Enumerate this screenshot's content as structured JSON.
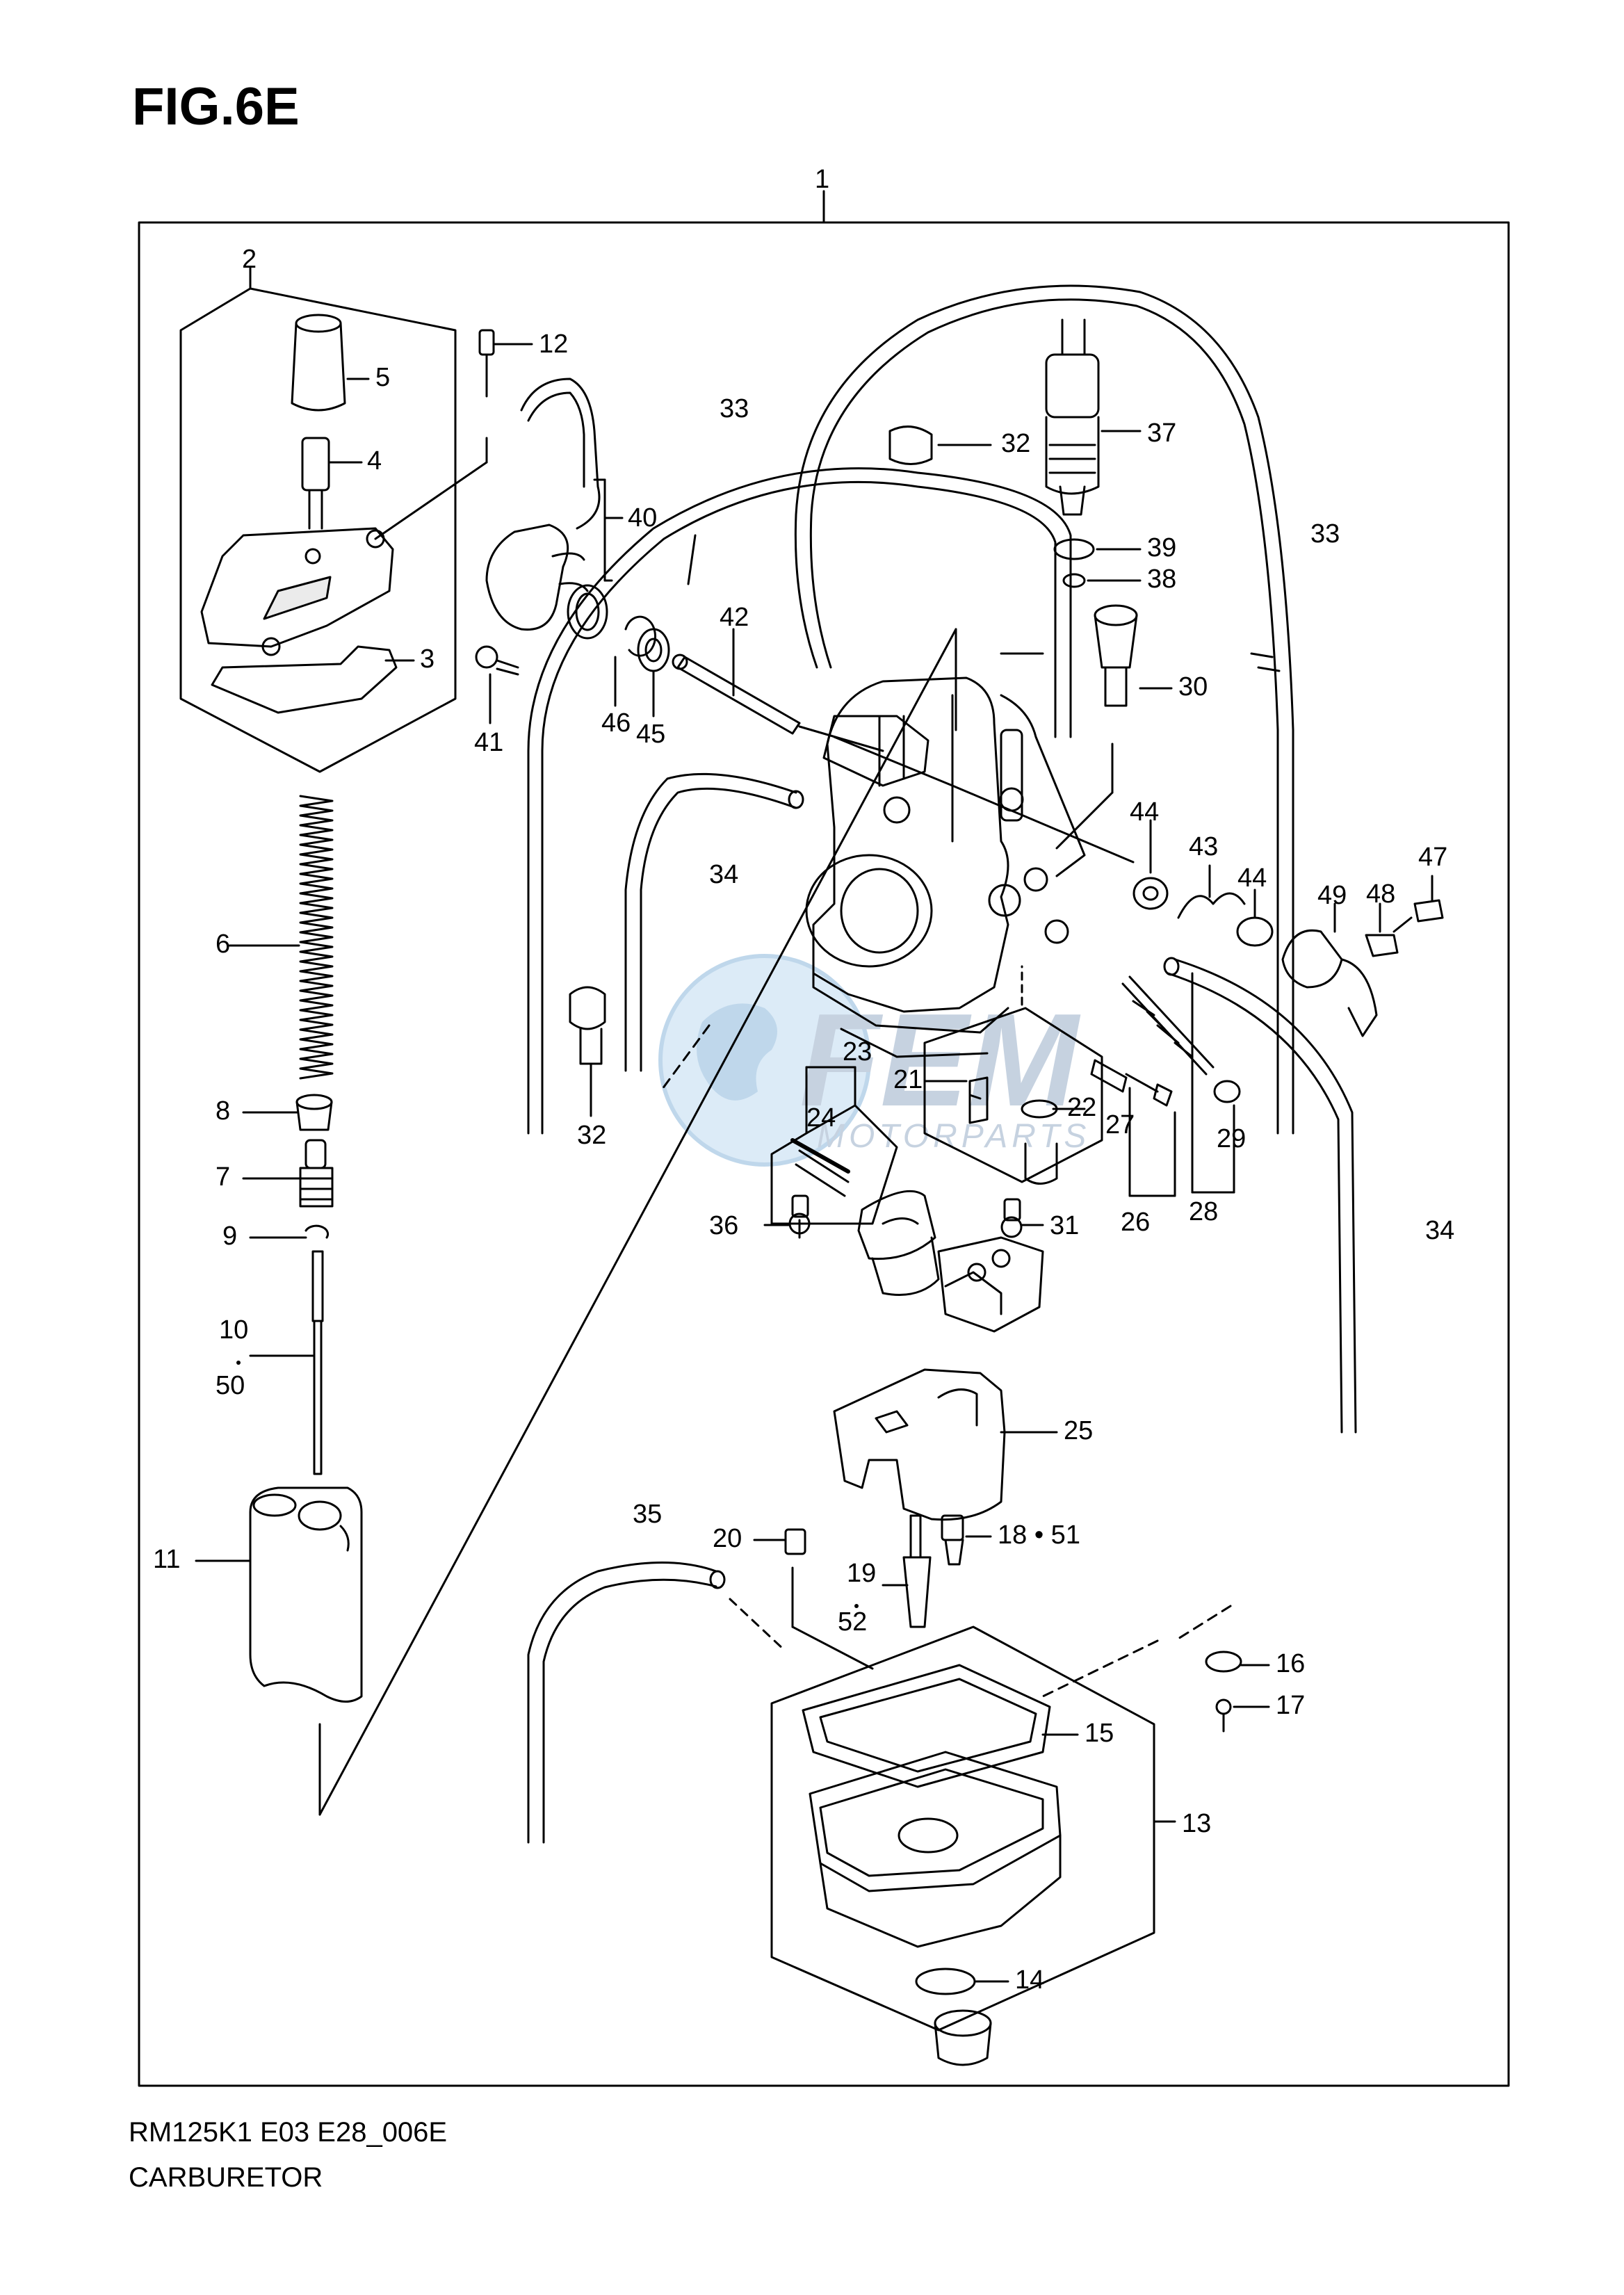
{
  "figure": {
    "title": "FIG.6E",
    "model_code": "RM125K1 E03 E28_006E",
    "caption": "CARBURETOR"
  },
  "watermark": {
    "brand": "FEM",
    "sub": "MOTORPARTS",
    "colors": {
      "globe": "#4a90c8",
      "text": "#5d7fa8"
    }
  },
  "part_labels": [
    {
      "id": "1",
      "text": "1"
    },
    {
      "id": "2",
      "text": "2"
    },
    {
      "id": "3",
      "text": "3"
    },
    {
      "id": "4",
      "text": "4"
    },
    {
      "id": "5",
      "text": "5"
    },
    {
      "id": "6",
      "text": "6"
    },
    {
      "id": "7",
      "text": "7"
    },
    {
      "id": "8",
      "text": "8"
    },
    {
      "id": "9",
      "text": "9"
    },
    {
      "id": "10",
      "text": "10"
    },
    {
      "id": "50",
      "text": "50"
    },
    {
      "id": "11",
      "text": "11"
    },
    {
      "id": "12",
      "text": "12"
    },
    {
      "id": "13",
      "text": "13"
    },
    {
      "id": "14",
      "text": "14"
    },
    {
      "id": "15",
      "text": "15"
    },
    {
      "id": "16",
      "text": "16"
    },
    {
      "id": "17",
      "text": "17"
    },
    {
      "id": "18",
      "text": "18 • 51"
    },
    {
      "id": "19",
      "text": "19"
    },
    {
      "id": "52",
      "text": "52"
    },
    {
      "id": "20",
      "text": "20"
    },
    {
      "id": "21",
      "text": "21"
    },
    {
      "id": "22",
      "text": "22"
    },
    {
      "id": "23",
      "text": "23"
    },
    {
      "id": "24",
      "text": "24"
    },
    {
      "id": "25",
      "text": "25"
    },
    {
      "id": "26",
      "text": "26"
    },
    {
      "id": "27",
      "text": "27"
    },
    {
      "id": "28",
      "text": "28"
    },
    {
      "id": "29",
      "text": "29"
    },
    {
      "id": "30",
      "text": "30"
    },
    {
      "id": "31",
      "text": "31"
    },
    {
      "id": "32a",
      "text": "32"
    },
    {
      "id": "32b",
      "text": "32"
    },
    {
      "id": "33a",
      "text": "33"
    },
    {
      "id": "33b",
      "text": "33"
    },
    {
      "id": "34a",
      "text": "34"
    },
    {
      "id": "34b",
      "text": "34"
    },
    {
      "id": "35",
      "text": "35"
    },
    {
      "id": "36",
      "text": "36"
    },
    {
      "id": "37",
      "text": "37"
    },
    {
      "id": "38",
      "text": "38"
    },
    {
      "id": "39",
      "text": "39"
    },
    {
      "id": "40",
      "text": "40"
    },
    {
      "id": "41",
      "text": "41"
    },
    {
      "id": "42",
      "text": "42"
    },
    {
      "id": "43",
      "text": "43"
    },
    {
      "id": "44a",
      "text": "44"
    },
    {
      "id": "44b",
      "text": "44"
    },
    {
      "id": "45",
      "text": "45"
    },
    {
      "id": "46",
      "text": "46"
    },
    {
      "id": "47",
      "text": "47"
    },
    {
      "id": "48",
      "text": "48"
    },
    {
      "id": "49",
      "text": "49"
    }
  ]
}
